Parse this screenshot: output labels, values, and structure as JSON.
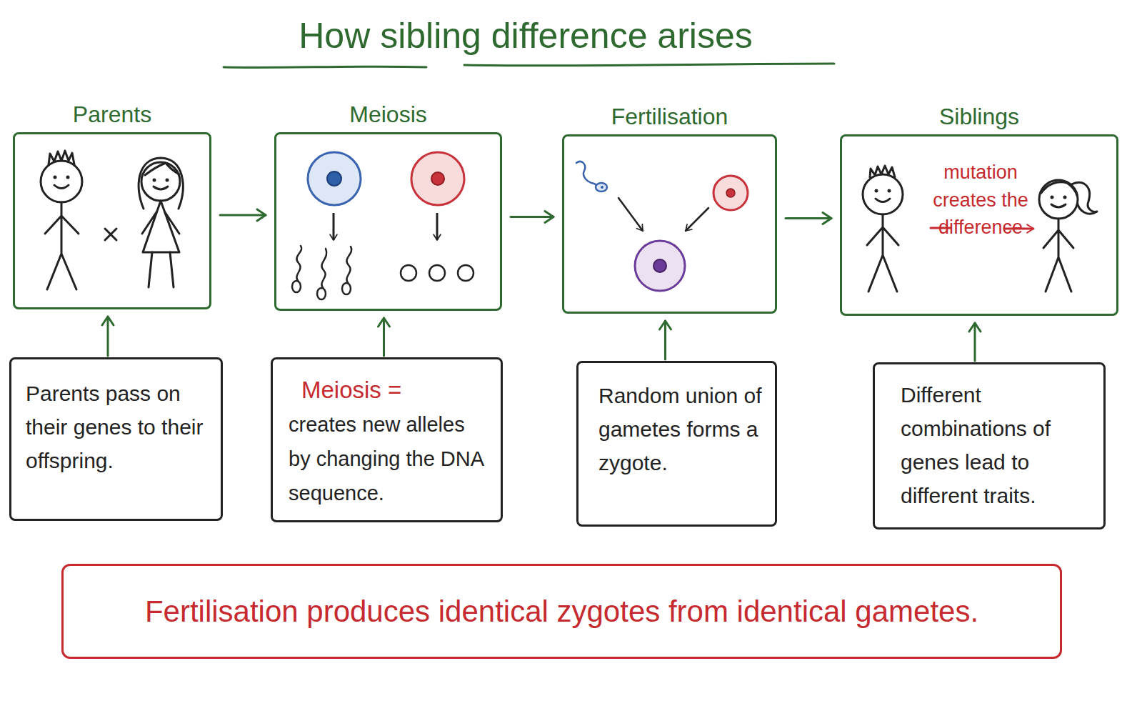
{
  "diagram": {
    "title": "How sibling difference arises",
    "nodes": [
      {
        "text": [
          "Parents"
        ]
      },
      {
        "text": [
          "Meiosis"
        ]
      },
      {
        "text": [
          "Fertilisation"
        ]
      },
      {
        "text": [
          "Siblings",
          "mutation creates the difference"
        ]
      },
      {
        "text": [
          "Parents pass on their genes to their offspring."
        ]
      },
      {
        "text": [
          "Meiosis =",
          "creates new alleles by changing the DNA sequence."
        ]
      },
      {
        "text": [
          "Random union of gametes forms a zygote."
        ]
      },
      {
        "text": [
          "Different combinations of genes lead to different traits."
        ]
      },
      {
        "text": [
          "Fertilisation produces identical zygotes from identical gametes."
        ]
      }
    ],
    "edges": [
      {
        "from": 0,
        "to": 1,
        "arrow": "to"
      },
      {
        "from": 1,
        "to": 2,
        "arrow": "to"
      },
      {
        "from": 2,
        "to": 3,
        "arrow": "to"
      },
      {
        "from": 4,
        "to": 0,
        "arrow": "to"
      },
      {
        "from": 5,
        "to": 1,
        "arrow": "to"
      },
      {
        "from": 6,
        "to": 2,
        "arrow": "to"
      },
      {
        "from": 7,
        "to": 3,
        "arrow": "to"
      }
    ]
  }
}
